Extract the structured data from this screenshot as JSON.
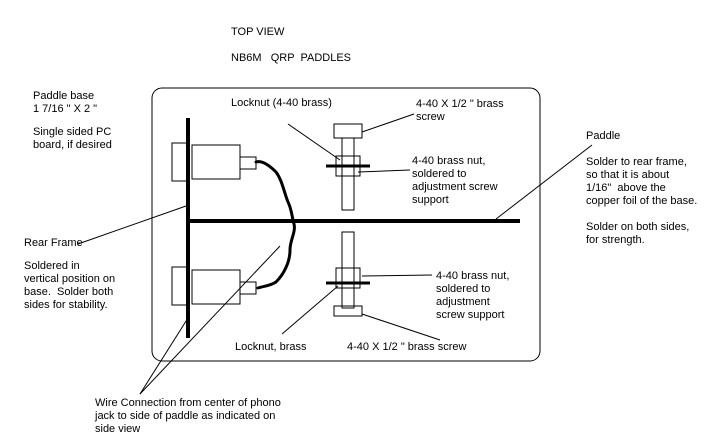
{
  "header": {
    "title": "TOP VIEW",
    "subtitle": "NB6M   QRP  PADDLES"
  },
  "labels": {
    "paddle_base": "Paddle base\n1 7/16 \" X 2 \"",
    "single_sided": "Single sided PC\nboard, if desired",
    "locknut_top": "Locknut (4-40 brass)",
    "brass_screw_top": "4-40 X 1/2 \" brass\nscrew",
    "brass_nut_top": "4-40 brass nut,\nsoldered to\nadjustment screw\nsupport",
    "paddle": "Paddle",
    "solder_rear": "Solder to rear frame,\nso that it is about\n1/16\"  above the\ncopper foil of the base.",
    "solder_both": "Solder on both sides,\nfor strength.",
    "rear_frame": "Rear Frame",
    "soldered_vertical": "Soldered in\nvertical position on\nbase.  Solder both\nsides for stability.",
    "brass_nut_bottom": "4-40 brass nut,\nsoldered to\nadjustment\nscrew support",
    "locknut_bottom": "Locknut, brass",
    "brass_screw_bottom": "4-40 X 1/2 \" brass screw",
    "wire_connection": "Wire Connection from center of phono\njack to side of paddle as indicated on\nside view"
  },
  "colors": {
    "ink": "#000000",
    "background": "#ffffff"
  }
}
